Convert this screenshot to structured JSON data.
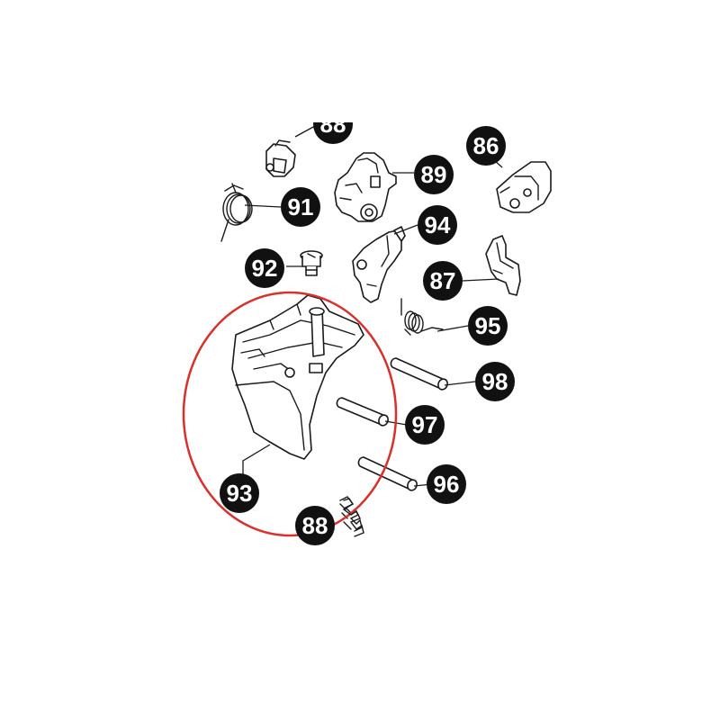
{
  "diagram": {
    "callouts": [
      {
        "id": "88-top",
        "label": "88"
      },
      {
        "id": "86",
        "label": "86"
      },
      {
        "id": "89",
        "label": "89"
      },
      {
        "id": "91",
        "label": "91"
      },
      {
        "id": "94",
        "label": "94"
      },
      {
        "id": "92",
        "label": "92"
      },
      {
        "id": "87",
        "label": "87"
      },
      {
        "id": "95",
        "label": "95"
      },
      {
        "id": "98",
        "label": "98"
      },
      {
        "id": "97",
        "label": "97"
      },
      {
        "id": "93",
        "label": "93"
      },
      {
        "id": "96",
        "label": "96"
      },
      {
        "id": "88-bottom",
        "label": "88"
      }
    ],
    "highlight_color": "#d9302b",
    "callout_color": "#111111"
  }
}
